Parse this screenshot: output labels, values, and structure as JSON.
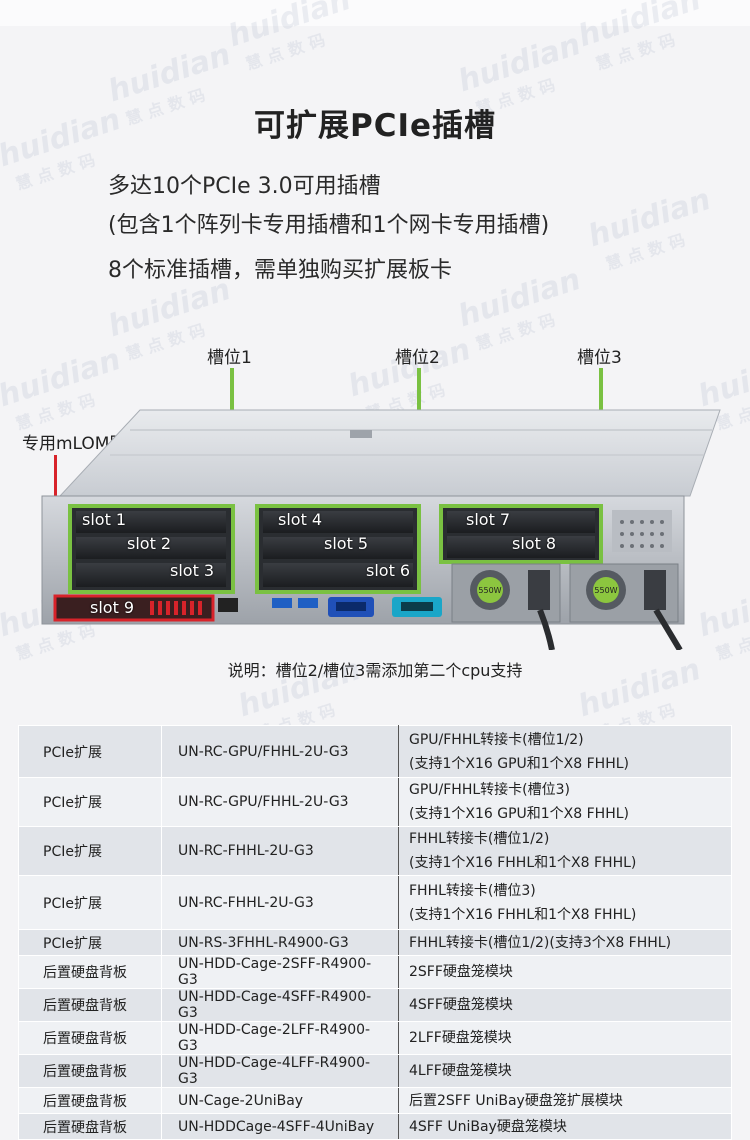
{
  "title": "可扩展PCIe插槽",
  "intro": [
    "多达10个PCIe 3.0可用插槽",
    "(包含1个阵列卡专用插槽和1个网卡专用插槽)",
    "8个标准插槽，需单独购买扩展板卡"
  ],
  "callouts": {
    "slot_group_1": "槽位1",
    "slot_group_2": "槽位2",
    "slot_group_3": "槽位3",
    "mlom": "专用mLOM网卡槽位"
  },
  "slots": [
    "slot 1",
    "slot 2",
    "slot 3",
    "slot 4",
    "slot 5",
    "slot 6",
    "slot 7",
    "slot 8",
    "slot 9"
  ],
  "psu_labels": [
    "550W",
    "550W"
  ],
  "note": "说明：槽位2/槽位3需添加第二个cpu支持",
  "watermark": {
    "brand": "huidian",
    "sub": "慧点数码"
  },
  "colors": {
    "green_accent": "#7ac142",
    "red_accent": "#d8232a"
  },
  "table": [
    {
      "category": "PCIe扩展",
      "model": "UN-RC-GPU/FHHL-2U-G3",
      "desc": [
        "GPU/FHHL转接卡(槽位1/2)",
        "(支持1个X16 GPU和1个X8 FHHL)"
      ]
    },
    {
      "category": "PCIe扩展",
      "model": "UN-RC-GPU/FHHL-2U-G3",
      "desc": [
        "GPU/FHHL转接卡(槽位3)",
        "(支持1个X16 GPU和1个X8 FHHL)"
      ]
    },
    {
      "category": "PCIe扩展",
      "model": "UN-RC-FHHL-2U-G3",
      "desc": [
        "FHHL转接卡(槽位1/2)",
        "(支持1个X16 FHHL和1个X8 FHHL)"
      ]
    },
    {
      "category": "PCIe扩展",
      "model": "UN-RC-FHHL-2U-G3",
      "desc": [
        "FHHL转接卡(槽位3)",
        "(支持1个X16 FHHL和1个X8 FHHL)"
      ]
    },
    {
      "category": "PCIe扩展",
      "model": "UN-RS-3FHHL-R4900-G3",
      "desc": [
        "FHHL转接卡(槽位1/2)(支持3个X8 FHHL)"
      ]
    },
    {
      "category": "后置硬盘背板",
      "model": "UN-HDD-Cage-2SFF-R4900-G3",
      "desc": [
        "2SFF硬盘笼模块"
      ]
    },
    {
      "category": "后置硬盘背板",
      "model": "UN-HDD-Cage-4SFF-R4900-G3",
      "desc": [
        "4SFF硬盘笼模块"
      ]
    },
    {
      "category": "后置硬盘背板",
      "model": "UN-HDD-Cage-2LFF-R4900-G3",
      "desc": [
        "2LFF硬盘笼模块"
      ]
    },
    {
      "category": "后置硬盘背板",
      "model": "UN-HDD-Cage-4LFF-R4900-G3",
      "desc": [
        "4LFF硬盘笼模块"
      ]
    },
    {
      "category": "后置硬盘背板",
      "model": "UN-Cage-2UniBay",
      "desc": [
        "后置2SFF UniBay硬盘笼扩展模块"
      ]
    },
    {
      "category": "后置硬盘背板",
      "model": "UN-HDDCage-4SFF-4UniBay",
      "desc": [
        "4SFF UniBay硬盘笼模块"
      ]
    }
  ]
}
